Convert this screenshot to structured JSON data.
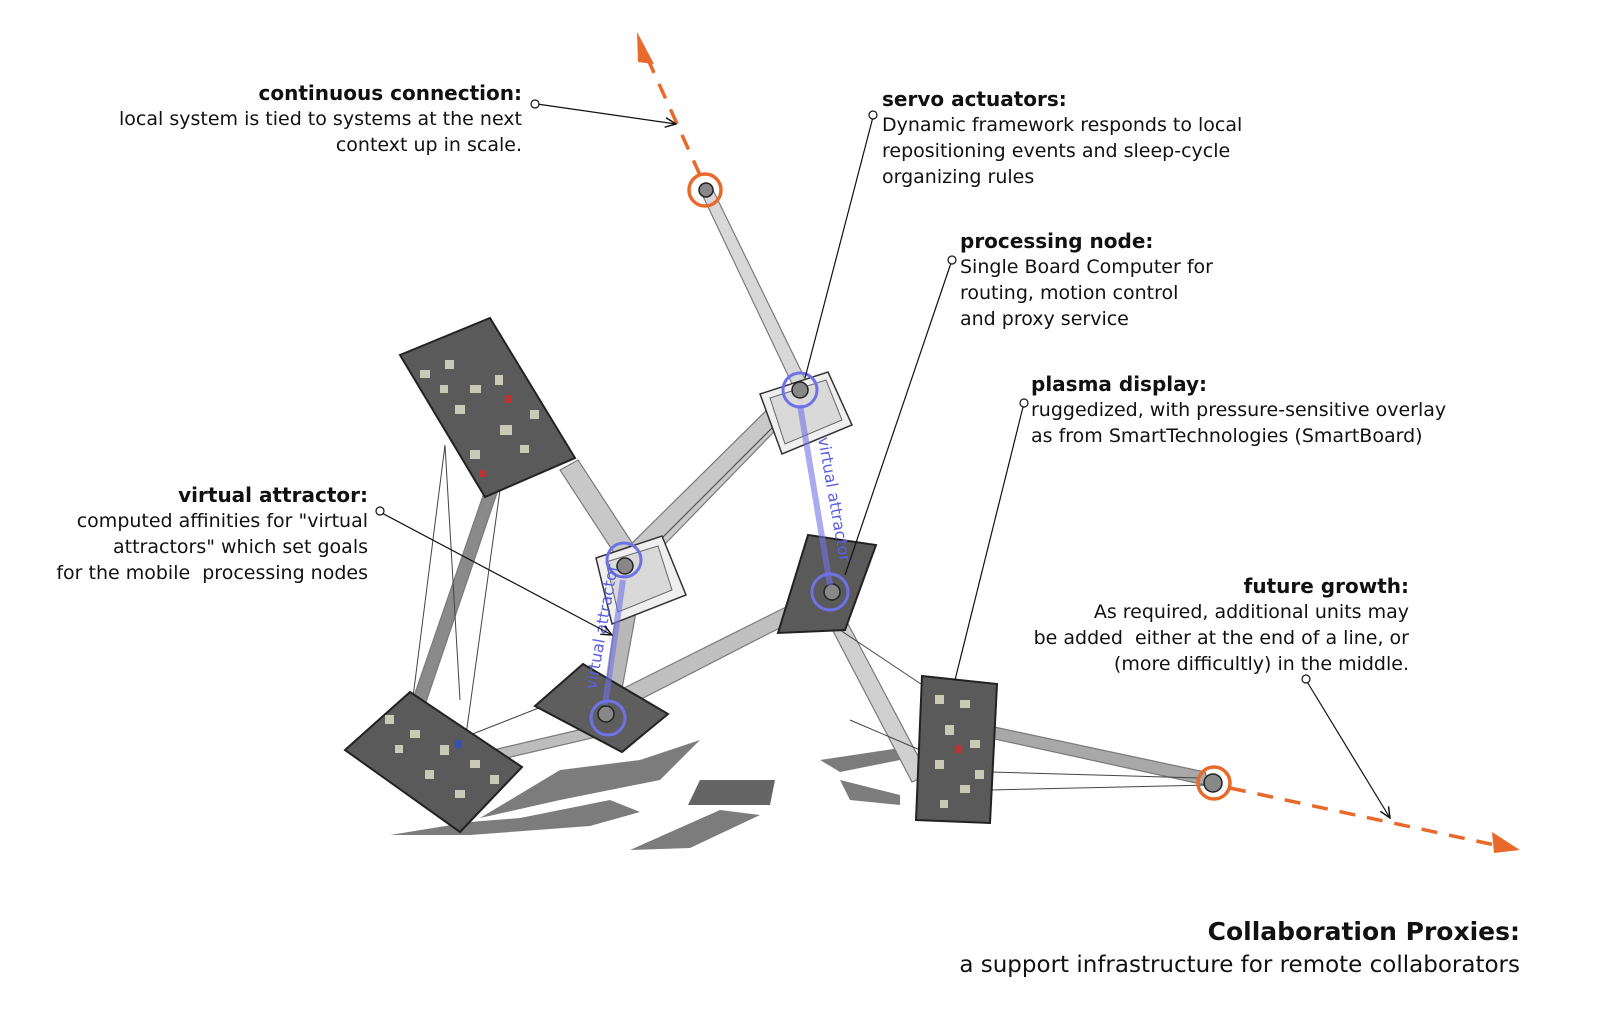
{
  "annotations": {
    "continuous_connection": {
      "heading": "continuous connection:",
      "body": "local system is tied to systems at the next\ncontext up in scale."
    },
    "servo_actuators": {
      "heading": "servo actuators:",
      "body": "Dynamic framework responds to local\nrepositioning events and sleep-cycle\norganizing rules"
    },
    "processing_node": {
      "heading": "processing node:",
      "body": "Single Board Computer for\nrouting, motion control\nand proxy service"
    },
    "plasma_display": {
      "heading": "plasma display:",
      "body": "ruggedized, with pressure-sensitive overlay\nas from SmartTechnologies (SmartBoard)"
    },
    "virtual_attractor": {
      "heading": "virtual attractor:",
      "body": "computed affinities for \"virtual\nattractors\" which set goals\nfor the mobile  processing nodes"
    },
    "future_growth": {
      "heading": "future growth:",
      "body": "As required, additional units may\nbe added  either at the end of a line, or\n(more difficultly) in the middle."
    }
  },
  "inline_labels": {
    "virtual_attractor_left": "virtual attractor",
    "virtual_attractor_right": "virtual attractor"
  },
  "caption": {
    "title": "Collaboration Proxies:",
    "subtitle": "a support infrastructure for remote collaborators"
  },
  "colors": {
    "accent_orange": "#e8692a",
    "attractor_blue": "#6f72e6",
    "panel_gray": "#5a5a5a",
    "strut_gray": "#9a9a9a",
    "shadow_gray": "#7a7a7a"
  }
}
